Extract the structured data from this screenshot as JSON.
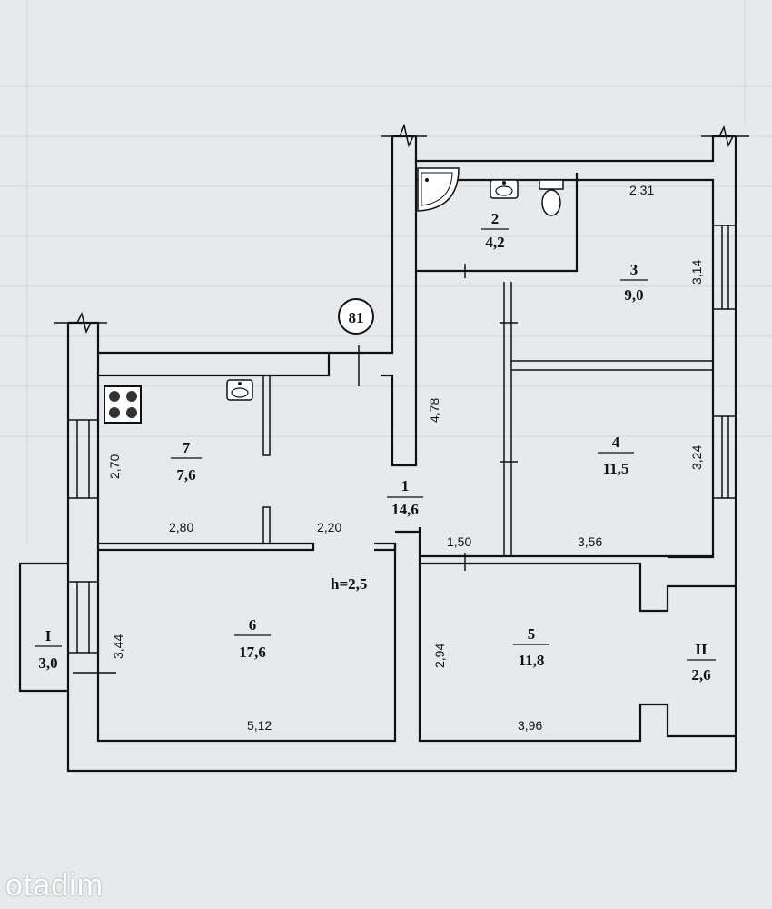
{
  "plan": {
    "apartment_number": "81",
    "ceiling_height": "h=2,5",
    "rooms": [
      {
        "id": "1",
        "area": "14,6"
      },
      {
        "id": "2",
        "area": "4,2"
      },
      {
        "id": "3",
        "area": "9,0"
      },
      {
        "id": "4",
        "area": "11,5"
      },
      {
        "id": "5",
        "area": "11,8"
      },
      {
        "id": "6",
        "area": "17,6"
      },
      {
        "id": "7",
        "area": "7,6"
      },
      {
        "id": "I",
        "area": "3,0"
      },
      {
        "id": "II",
        "area": "2,6"
      }
    ],
    "dimensions": {
      "bath_top": "2,31",
      "room3_right": "3,14",
      "corridor_vertical": "4,78",
      "kitchen_left": "2,70",
      "room4_right": "3,24",
      "kitchen_bottom": "2,80",
      "hall_bottom": "2,20",
      "passage_bottom": "1,50",
      "room4_bottom": "3,56",
      "room6_left": "3,44",
      "room5_left": "2,94",
      "room6_bottom": "5,12",
      "room5_bottom": "3,96"
    }
  },
  "watermark": "otadim"
}
